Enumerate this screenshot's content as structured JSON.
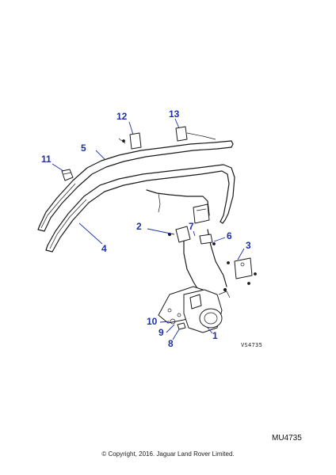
{
  "diagram": {
    "ref_code": "VS4735",
    "diagram_id": "MU4735",
    "copyright": "© Copyright, 2016. Jaguar Land Rover Limited.",
    "colors": {
      "callout": "#1d2fa8",
      "line": "#1a1a1a",
      "background": "#ffffff"
    },
    "callouts": [
      {
        "id": "1",
        "label": "1"
      },
      {
        "id": "2",
        "label": "2"
      },
      {
        "id": "3",
        "label": "3"
      },
      {
        "id": "4",
        "label": "4"
      },
      {
        "id": "5",
        "label": "5"
      },
      {
        "id": "6",
        "label": "6"
      },
      {
        "id": "7",
        "label": "7"
      },
      {
        "id": "8",
        "label": "8"
      },
      {
        "id": "9",
        "label": "9"
      },
      {
        "id": "10",
        "label": "10"
      },
      {
        "id": "11",
        "label": "11"
      },
      {
        "id": "12",
        "label": "12"
      },
      {
        "id": "13",
        "label": "13"
      }
    ]
  }
}
